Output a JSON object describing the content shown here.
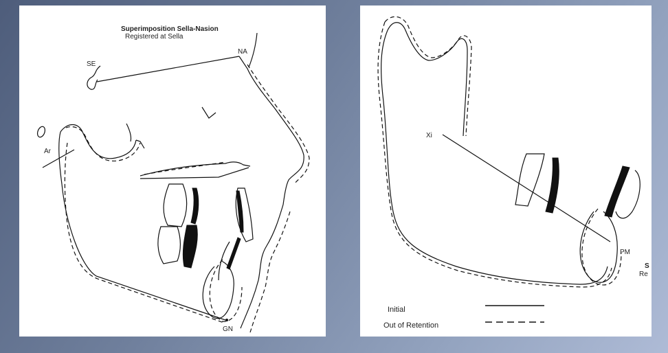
{
  "left_diagram": {
    "title": "Superimposition Sella-Nasion",
    "subtitle": "Registered at Sella",
    "landmarks": {
      "sella": "SE",
      "nasion": "NA",
      "articulare": "Ar",
      "gnathion": "GN"
    }
  },
  "right_diagram": {
    "landmarks": {
      "xi_point": "Xi",
      "protuberance_menti": "PM"
    },
    "cropped_title_fragment_1": "S",
    "cropped_title_fragment_2": "Re",
    "legend": {
      "items": [
        {
          "label": "Initial",
          "line_style": "solid"
        },
        {
          "label": "Out of Retention",
          "line_style": "dashed"
        }
      ]
    }
  },
  "colors": {
    "background_start": "#4e5d7b",
    "background_end": "#aebbd6",
    "panel": "#ffffff",
    "ink": "#111111"
  }
}
